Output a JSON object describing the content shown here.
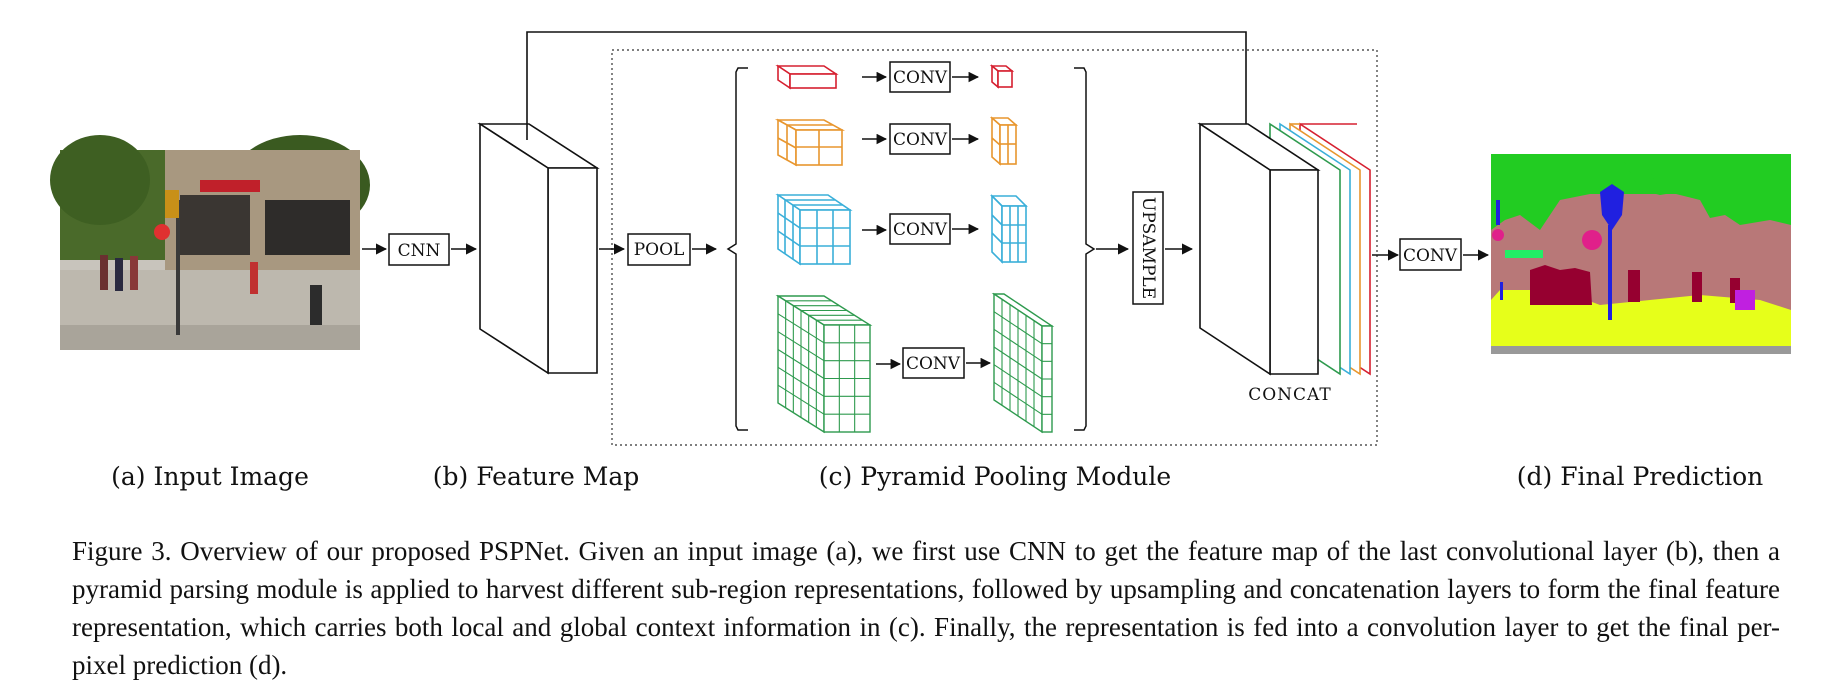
{
  "labels": {
    "cnn": "CNN",
    "pool": "POOL",
    "conv": "CONV",
    "upsample": "UPSAMPLE",
    "concat": "CONCAT",
    "final_conv": "CONV"
  },
  "subcaptions": {
    "a": "(a) Input Image",
    "b": "(b) Feature Map",
    "c": "(c) Pyramid Pooling Module",
    "d": "(d) Final Prediction"
  },
  "caption": "Figure 3. Overview of our proposed PSPNet. Given an input image (a), we first use CNN to get the feature map of the last convolutional layer (b), then a pyramid parsing module is applied to harvest different sub-region representations, followed by upsampling and concatenation layers to form the final feature representation, which carries both local and global context information in (c). Finally, the representation is fed into a convolution layer to get the final per-pixel prediction (d).",
  "colors": {
    "level1": "#d62030",
    "level2": "#e8962e",
    "level3": "#3aafd9",
    "level4": "#2e9a4e",
    "seg_tree": "#22cc22",
    "seg_building": "#b87878",
    "seg_road": "#e6ff1a",
    "seg_person": "#960030"
  }
}
